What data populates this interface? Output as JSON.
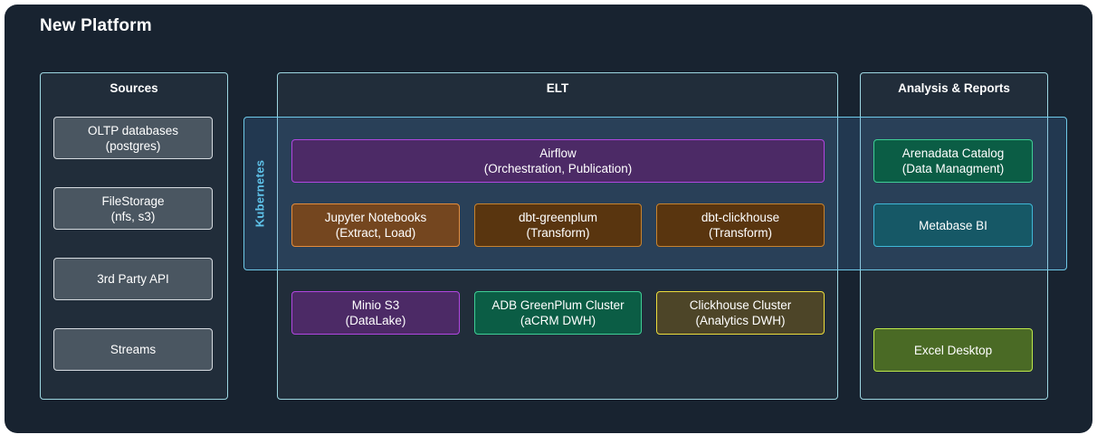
{
  "platform": {
    "title": "New Platform"
  },
  "sources": {
    "title": "Sources",
    "items": [
      {
        "line1": "OLTP databases",
        "line2": "(postgres)"
      },
      {
        "line1": "FileStorage",
        "line2": "(nfs, s3)"
      },
      {
        "line1": "3rd Party API",
        "line2": ""
      },
      {
        "line1": "Streams",
        "line2": ""
      }
    ]
  },
  "elt": {
    "title": "ELT",
    "kubernetes_label": "Kubernetes",
    "airflow": {
      "line1": "Airflow",
      "line2": "(Orchestration, Publication)",
      "fill": "#4c2a66",
      "border": "#b146e0"
    },
    "jupyter": {
      "line1": "Jupyter Notebooks",
      "line2": "(Extract, Load)",
      "fill": "#74461f",
      "border": "#e48c3c"
    },
    "dbt_greenplum": {
      "line1": "dbt-greenplum",
      "line2": "(Transform)",
      "fill": "#59350f",
      "border": "#c7832f"
    },
    "dbt_clickhouse": {
      "line1": "dbt-clickhouse",
      "line2": "(Transform)",
      "fill": "#59350f",
      "border": "#c7832f"
    },
    "minio": {
      "line1": "Minio S3",
      "line2": "(DataLake)",
      "fill": "#4c2a66",
      "border": "#b146e0"
    },
    "adb": {
      "line1": "ADB GreenPlum Cluster",
      "line2": "(aCRM DWH)",
      "fill": "#0b5d45",
      "border": "#3fcf96"
    },
    "clickhouse": {
      "line1": "Clickhouse Cluster",
      "line2": "(Analytics DWH)",
      "fill": "#4d4528",
      "border": "#ecdd3c"
    }
  },
  "analysis": {
    "title": "Analysis & Reports",
    "catalog": {
      "line1": "Arenadata Catalog",
      "line2": "(Data Managment)",
      "fill": "#0b5d45",
      "border": "#3fcf96"
    },
    "metabase": {
      "line1": "Metabase BI",
      "line2": "",
      "fill": "#165866",
      "border": "#3fb8d8"
    },
    "excel": {
      "line1": "Excel Desktop",
      "line2": "",
      "fill": "#4a6a25",
      "border": "#bde84a"
    }
  },
  "colors": {
    "background": "#182330",
    "panel": "#212d3a",
    "panel_border": "#9ed7e2",
    "kubernetes_border": "#6ec9e8",
    "kubernetes_label": "#5fc3ea"
  }
}
